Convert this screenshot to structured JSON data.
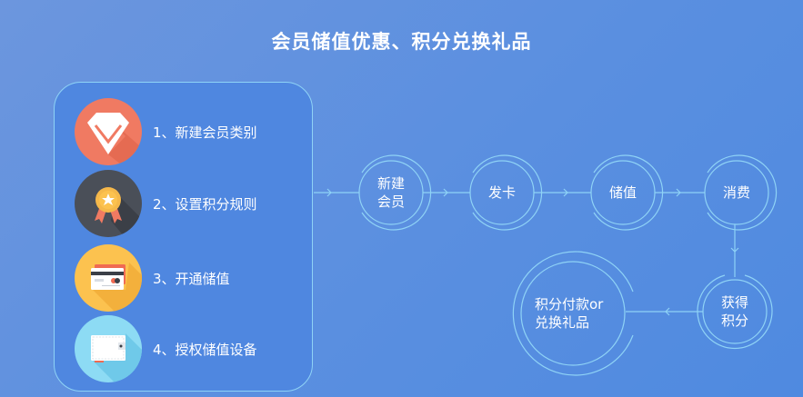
{
  "title": "会员储值优惠、积分兑换礼品",
  "colors": {
    "background": "#5a8fe0",
    "panel": "#4f87e0",
    "line": "#8fd3f6",
    "icon_red": "#f07a62",
    "icon_dark": "#4a4f58",
    "icon_yellow": "#fcc24f",
    "icon_light_blue": "#8ddbf4"
  },
  "steps": [
    {
      "label": "1、新建会员类别",
      "icon": "diamond-icon"
    },
    {
      "label": "2、设置积分规则",
      "icon": "award-medal-icon"
    },
    {
      "label": "3、开通储值",
      "icon": "credit-card-icon"
    },
    {
      "label": "4、授权储值设备",
      "icon": "wallet-icon"
    }
  ],
  "flow": {
    "nodes": [
      {
        "id": "new-member",
        "label": "新建\n会员"
      },
      {
        "id": "issue-card",
        "label": "发卡"
      },
      {
        "id": "top-up",
        "label": "储值"
      },
      {
        "id": "consume",
        "label": "消费"
      },
      {
        "id": "earn-points",
        "label": "获得\n积分"
      },
      {
        "id": "redeem",
        "label": "积分付款or\n兑换礼品"
      }
    ]
  }
}
